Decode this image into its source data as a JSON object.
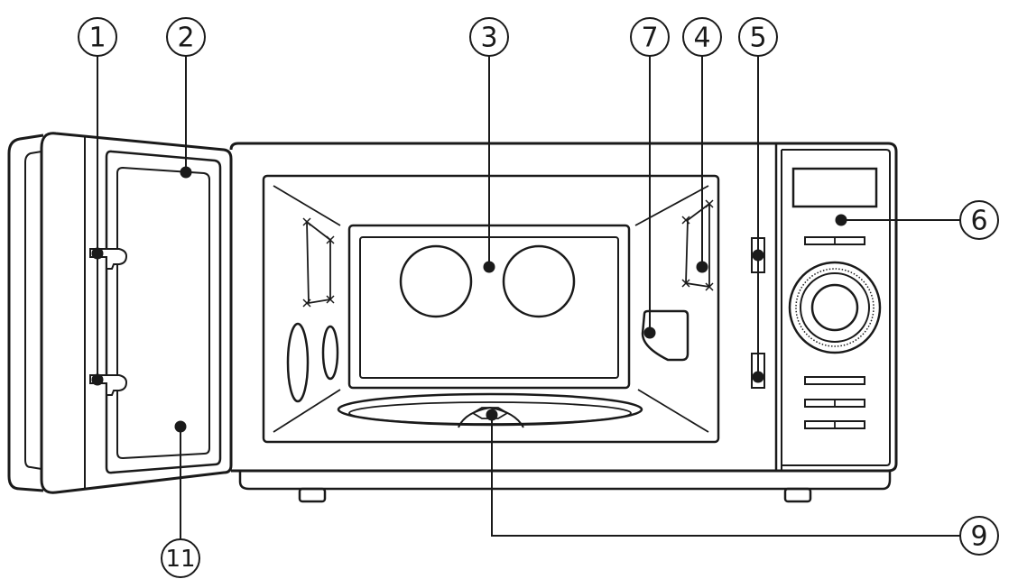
{
  "diagram": {
    "callouts": [
      {
        "id": "c1",
        "label": "1"
      },
      {
        "id": "c2",
        "label": "2"
      },
      {
        "id": "c3",
        "label": "3"
      },
      {
        "id": "c7",
        "label": "7"
      },
      {
        "id": "c4",
        "label": "4"
      },
      {
        "id": "c5",
        "label": "5"
      },
      {
        "id": "c6",
        "label": "6"
      },
      {
        "id": "c9",
        "label": "9"
      },
      {
        "id": "c11",
        "label": "11"
      }
    ]
  }
}
